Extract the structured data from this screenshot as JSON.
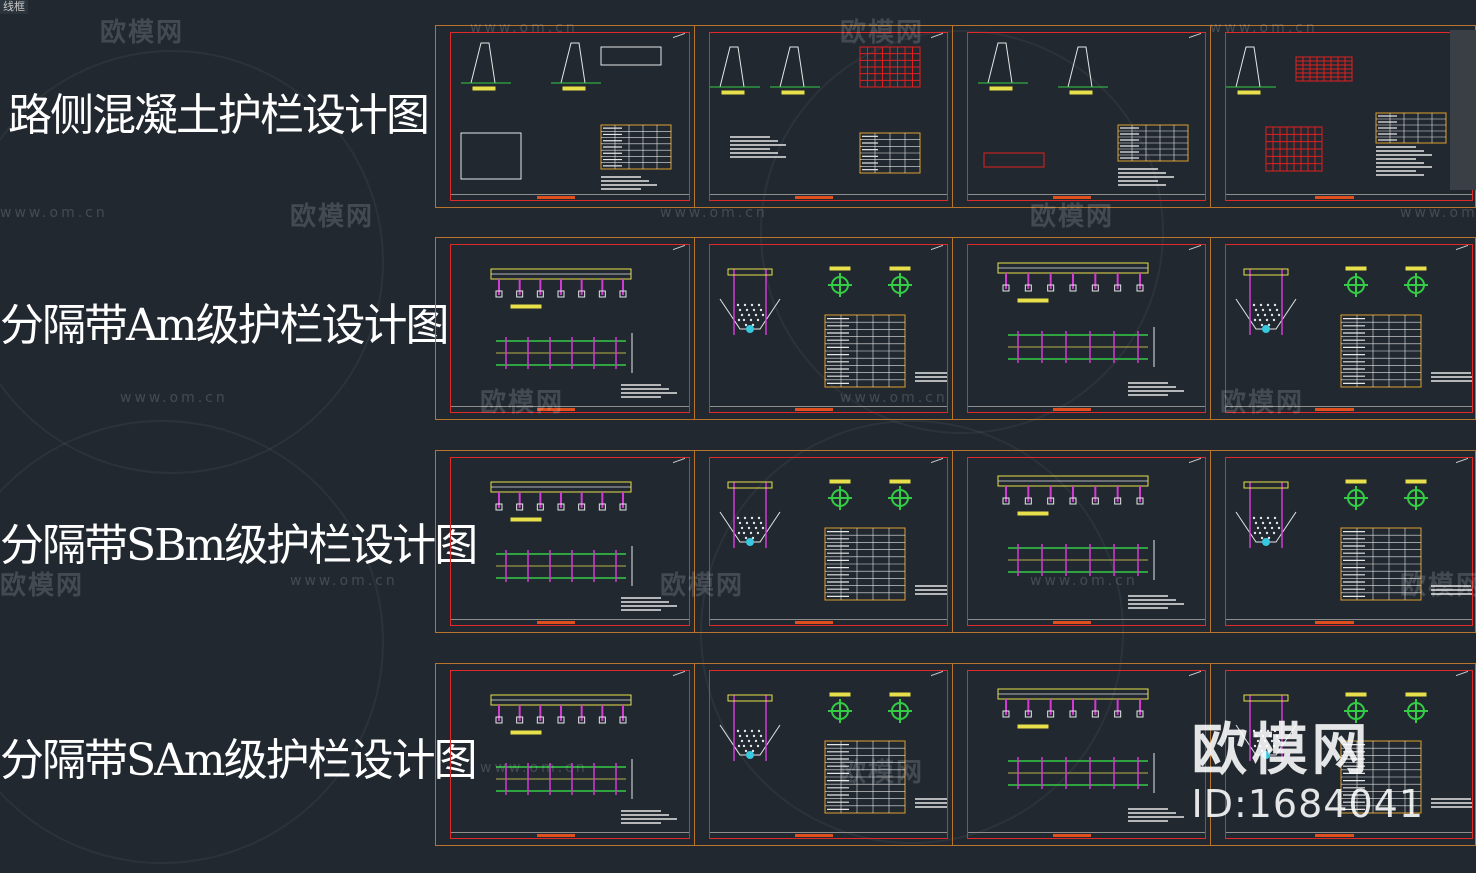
{
  "viewport_label": "线框",
  "rows": [
    {
      "title": "路侧混凝土护栏设计图"
    },
    {
      "title": "分隔带Am级护栏设计图"
    },
    {
      "title": "分隔带SBm级护栏设计图"
    },
    {
      "title": "分隔带SAm级护栏设计图"
    }
  ],
  "watermark": {
    "brand": "欧模网",
    "url": "www.om.cn",
    "id_text": "ID:1684041"
  },
  "colors": {
    "background": "#212830",
    "sheet_border": "#b8742c",
    "frame": "#e02a2a",
    "drawing_yellow": "#e8e04a",
    "drawing_green": "#33cc44",
    "drawing_magenta": "#d23cd2",
    "drawing_cyan": "#38c8e0",
    "drawing_red": "#e02020",
    "drawing_white": "#e6e6e6",
    "table_orange": "#e0a030"
  }
}
